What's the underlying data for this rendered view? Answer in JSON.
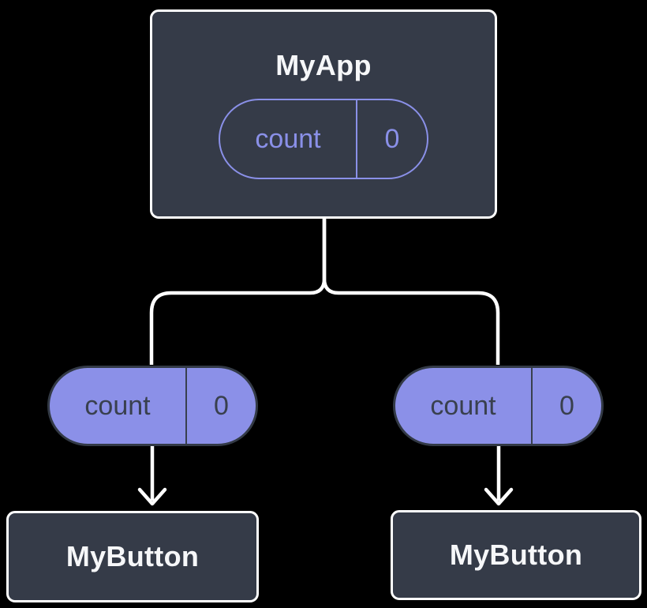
{
  "tree": {
    "root": {
      "title": "MyApp",
      "state": {
        "name": "count",
        "value": "0"
      }
    },
    "children": [
      {
        "title": "MyButton",
        "prop": {
          "name": "count",
          "value": "0"
        }
      },
      {
        "title": "MyButton",
        "prop": {
          "name": "count",
          "value": "0"
        }
      }
    ]
  },
  "colors": {
    "background": "#000000",
    "card_fill": "#353B48",
    "card_border": "#FFFFFF",
    "card_text": "#F6F7F9",
    "accent_purple": "#8A90E8",
    "pill_dark_text": "#39404E",
    "pill_dark_border": "#333A46",
    "connector": "#FFFFFF"
  }
}
